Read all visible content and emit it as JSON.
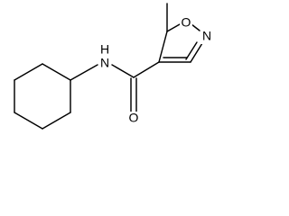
{
  "molecule": {
    "atoms": {
      "amide_nitrogen": "N",
      "amide_hydrogen": "H",
      "carbonyl_oxygen": "O",
      "ring_oxygen": "O",
      "ring_nitrogen": "N"
    }
  }
}
